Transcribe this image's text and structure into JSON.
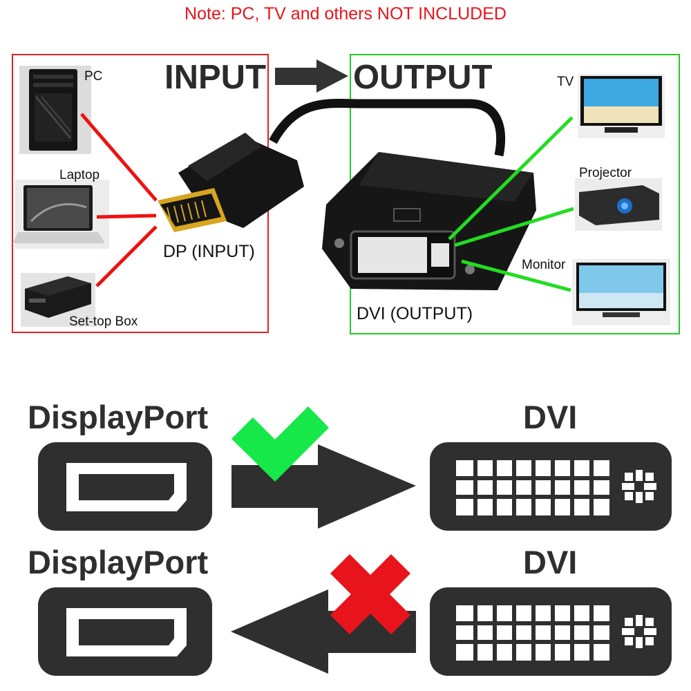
{
  "note": "Note: PC, TV and others NOT INCLUDED",
  "input_panel": {
    "title": "INPUT",
    "devices": [
      "PC",
      "Laptop",
      "Set-top Box"
    ],
    "connector_label": "DP (INPUT)"
  },
  "output_panel": {
    "title": "OUTPUT",
    "devices": [
      "TV",
      "Projector",
      "Monitor"
    ],
    "connector_label": "DVI (OUTPUT)"
  },
  "direction_rows": [
    {
      "from": "DisplayPort",
      "to": "DVI",
      "status_icon": "check-icon",
      "direction": "forward"
    },
    {
      "from": "DisplayPort",
      "to": "DVI",
      "status_icon": "cross-icon",
      "direction": "reverse"
    }
  ],
  "colors": {
    "note": "#e8141b",
    "input_frame": "#e02020",
    "output_frame": "#22cc22",
    "check": "#17e84a",
    "cross": "#e8141b",
    "icon_dark": "#2f2f2f"
  }
}
